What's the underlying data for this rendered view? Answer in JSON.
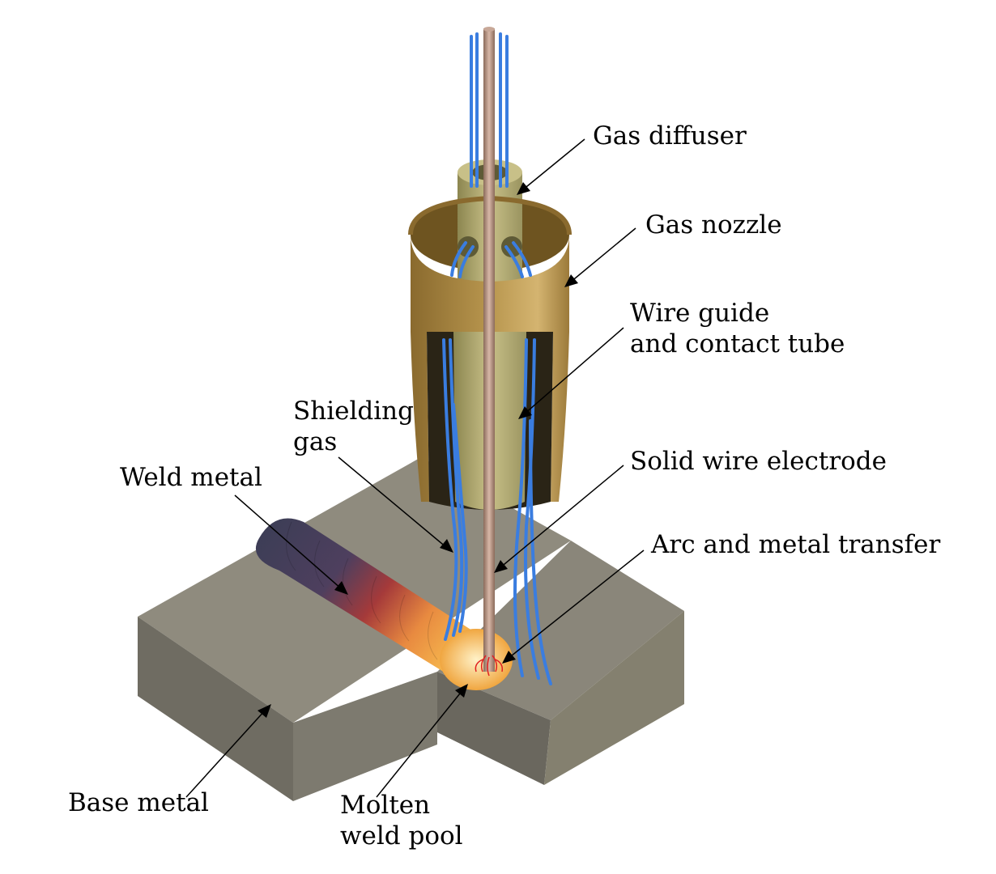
{
  "title": "Gas metal arc welding torch diagram",
  "labels": {
    "gas_diffuser": "Gas diffuser",
    "gas_nozzle": "Gas nozzle",
    "wire_guide_1": "Wire guide",
    "wire_guide_2": "and contact tube",
    "shielding_1": "Shielding",
    "shielding_2": "gas",
    "weld_metal": "Weld metal",
    "solid_wire": "Solid wire electrode",
    "arc": "Arc and metal transfer",
    "base_metal": "Base metal",
    "molten_1": "Molten",
    "molten_2": "weld pool"
  },
  "colors": {
    "brass": "#b8964e",
    "base_metal": "#8a867a",
    "gas_flow": "#3a7de0",
    "wire": "#b08a78"
  }
}
